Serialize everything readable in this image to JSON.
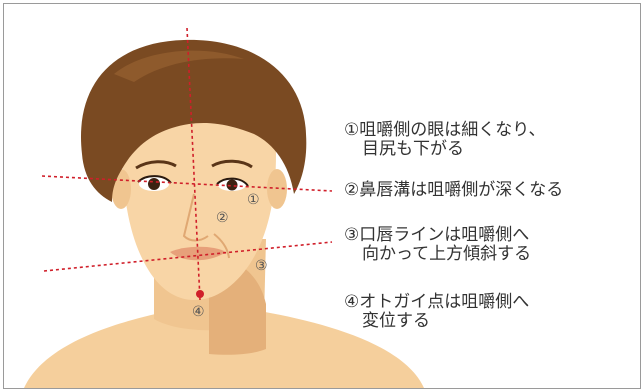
{
  "annotations": [
    {
      "line1": "①咀嚼側の眼は細くなり、",
      "line2": "目尻も下がる"
    },
    {
      "line1": "②鼻唇溝は咀嚼側が深くなる",
      "line2": ""
    },
    {
      "line1": "③口唇ラインは咀嚼側へ",
      "line2": "向かって上方傾斜する"
    },
    {
      "line1": "④オトガイ点は咀嚼側へ",
      "line2": "変位する"
    }
  ],
  "face_markers": [
    "①",
    "②",
    "③",
    "④"
  ],
  "colors": {
    "guide_line": "#d01f2a",
    "hair": "#7a4a22",
    "skin": "#f5cf9c",
    "skin_shadow": "#e8b67f",
    "point": "#d01f2a"
  }
}
